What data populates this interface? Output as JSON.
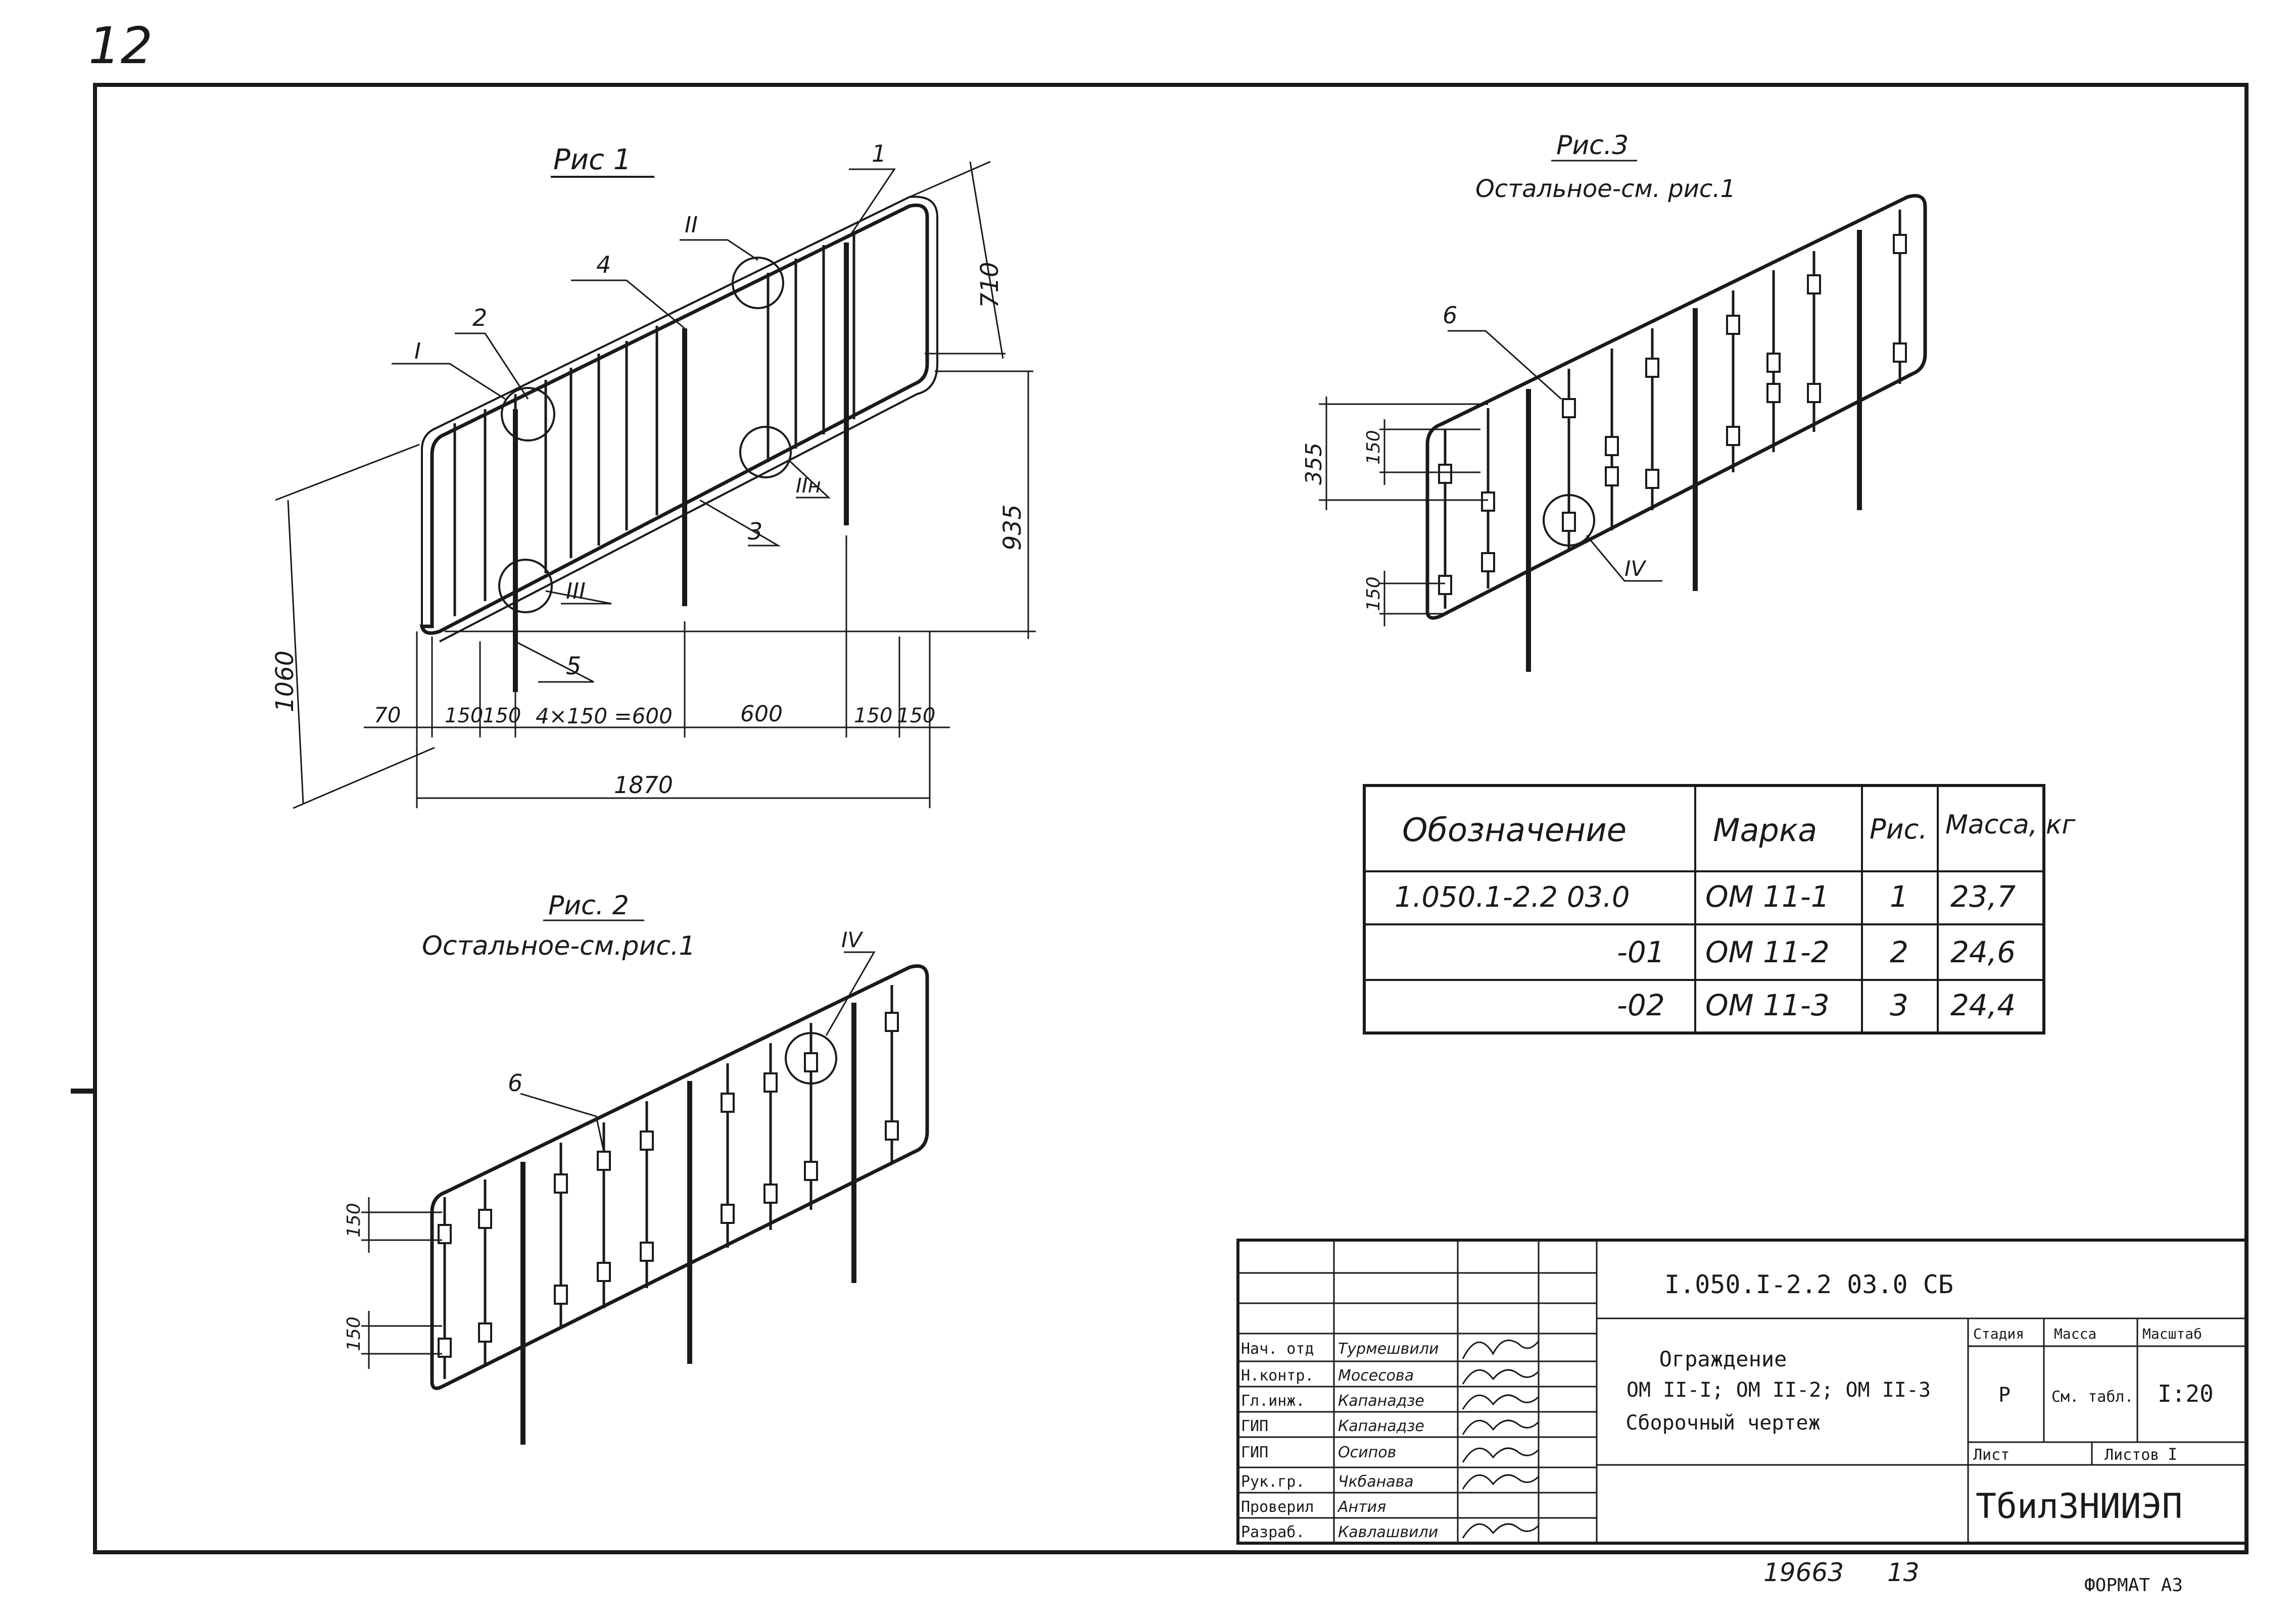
{
  "sheet_corner_number": "12",
  "figures": {
    "fig1": {
      "title": "Рис 1",
      "callouts": [
        "1",
        "2",
        "3",
        "4",
        "5"
      ],
      "details": [
        "I",
        "II",
        "IIн",
        "III"
      ],
      "dims": {
        "h710": "710",
        "h935": "935",
        "h1060": "1060",
        "d70": "70",
        "d150a": "150",
        "d150b": "150",
        "d4x150": "4×150 =600",
        "d600": "600",
        "d150c": "150",
        "d150d": "150",
        "d1870": "1870"
      }
    },
    "fig2": {
      "title": "Рис. 2",
      "subtitle": "Остальное-см.рис.1",
      "callout": "6",
      "detail": "IV",
      "dims": {
        "d150a": "150",
        "d150b": "150"
      }
    },
    "fig3": {
      "title": "Рис.3",
      "subtitle": "Остальное-см. рис.1",
      "callout": "6",
      "detail": "IV",
      "dims": {
        "d355": "355",
        "d150a": "150",
        "d150b": "150"
      }
    }
  },
  "spec_table": {
    "headers": [
      "Обозначение",
      "Марка",
      "Рис.",
      "Масса, кг"
    ],
    "rows": [
      [
        "1.050.1-2.2 03.0",
        "ОМ 11-1",
        "1",
        "23,7"
      ],
      [
        "-01",
        "ОМ 11-2",
        "2",
        "24,6"
      ],
      [
        "-02",
        "ОМ 11-3",
        "3",
        "24,4"
      ]
    ]
  },
  "title_block": {
    "doc_code": "I.050.I-2.2 03.0 СБ",
    "title_lines": [
      "Ограждение",
      "ОМ II-I; ОМ II-2; ОМ II-3",
      "Сборочный чертеж"
    ],
    "stage_label": "Стадия",
    "mass_label": "Масса",
    "scale_label": "Масштаб",
    "stage": "Р",
    "mass": "См. табл.",
    "scale": "I:20",
    "sheet_label": "Лист",
    "sheets_label": "Листов",
    "sheets": "I",
    "org": "Тбил3НИИЭП",
    "roles": [
      {
        "role": "Нач. отд",
        "name": "Турмешвили"
      },
      {
        "role": "Н.контр.",
        "name": "Мосесова"
      },
      {
        "role": "Гл.инж.",
        "name": "Капанадзе"
      },
      {
        "role": "ГИП",
        "name": "Капанадзе"
      },
      {
        "role": "ГИП",
        "name": "Осипов"
      },
      {
        "role": "Рук.гр.",
        "name": "Чкбанава"
      },
      {
        "role": "Проверил",
        "name": "Антия"
      },
      {
        "role": "Разраб.",
        "name": "Кавлашвили"
      }
    ]
  },
  "footer": {
    "inv_no": "19663",
    "page": "13",
    "format": "ФОРМАТ А3"
  }
}
